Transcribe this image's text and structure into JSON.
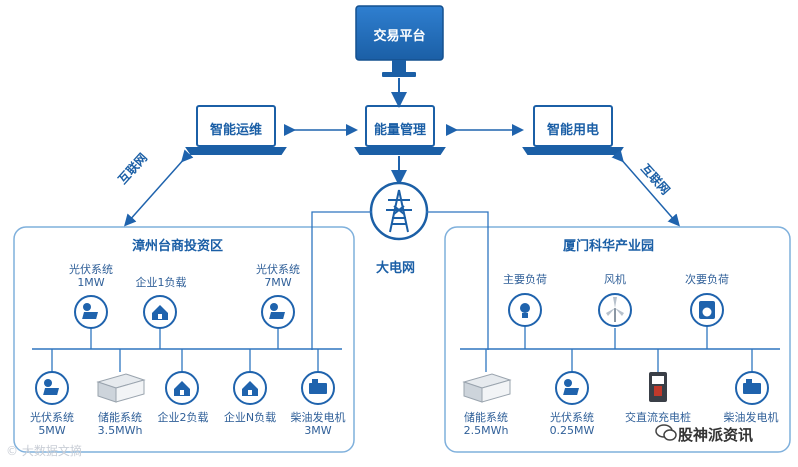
{
  "top": {
    "trading_platform": "交易平台",
    "energy_mgmt": "能量管理",
    "smart_ops": "智能运维",
    "smart_power": "智能用电",
    "grid": "大电网",
    "internet_left": "互联网",
    "internet_right": "互联网"
  },
  "zhangzhou": {
    "title": "漳州台商投资区",
    "pv1": [
      "光伏系统",
      "1MW"
    ],
    "load1": "企业1负载",
    "pv2": [
      "光伏系统",
      "7MW"
    ],
    "pv3": [
      "光伏系统",
      "5MW"
    ],
    "storage": [
      "储能系统",
      "3.5MWh"
    ],
    "load2": "企业2负载",
    "loadN": "企业N负载",
    "diesel": [
      "柴油发电机",
      "3MW"
    ]
  },
  "xiamen": {
    "title": "厦门科华产业园",
    "main_load": "主要负荷",
    "wind": "风机",
    "secondary_load": "次要负荷",
    "storage": [
      "储能系统",
      "2.5MWh"
    ],
    "pv": [
      "光伏系统",
      "0.25MW"
    ],
    "charger": "交直流充电桩",
    "diesel": "柴油发电机"
  },
  "watermarks": {
    "left": "© 大数据文摘",
    "right": "股神派资讯"
  },
  "colors": {
    "primary": "#1b5fa6",
    "panel_border": "#7fb0dc",
    "line": "#2e75bf",
    "icon_fill": "#1f63ad"
  }
}
